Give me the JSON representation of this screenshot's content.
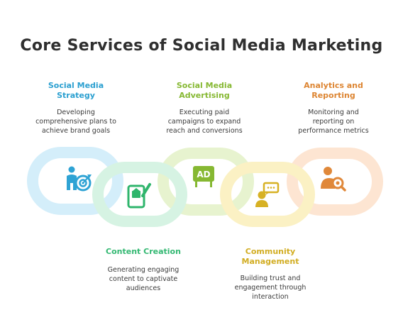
{
  "title": "Core Services of Social Media Marketing",
  "services": [
    {
      "title": "Social Media\nStrategy",
      "desc": "Developing\ncomprehensive plans to\nachieve brand goals",
      "color": "#3aa9d6",
      "icon": "strategy-target-icon"
    },
    {
      "title": "Content Creation",
      "desc": "Generating engaging\ncontent to captivate\naudiences",
      "color": "#3bbf7c",
      "icon": "content-tablet-icon"
    },
    {
      "title": "Social Media\nAdvertising",
      "desc": "Executing paid\ncampaigns to expand\nreach and conversions",
      "color": "#8cbf3a",
      "icon": "ad-board-icon"
    },
    {
      "title": "Community\nManagement",
      "desc": "Building trust and\nengagement through\ninteraction",
      "color": "#d9b62e",
      "icon": "community-chat-icon"
    },
    {
      "title": "Analytics and\nReporting",
      "desc": "Monitoring and\nreporting on\nperformance metrics",
      "color": "#e08a3c",
      "icon": "analytics-person-icon"
    }
  ]
}
